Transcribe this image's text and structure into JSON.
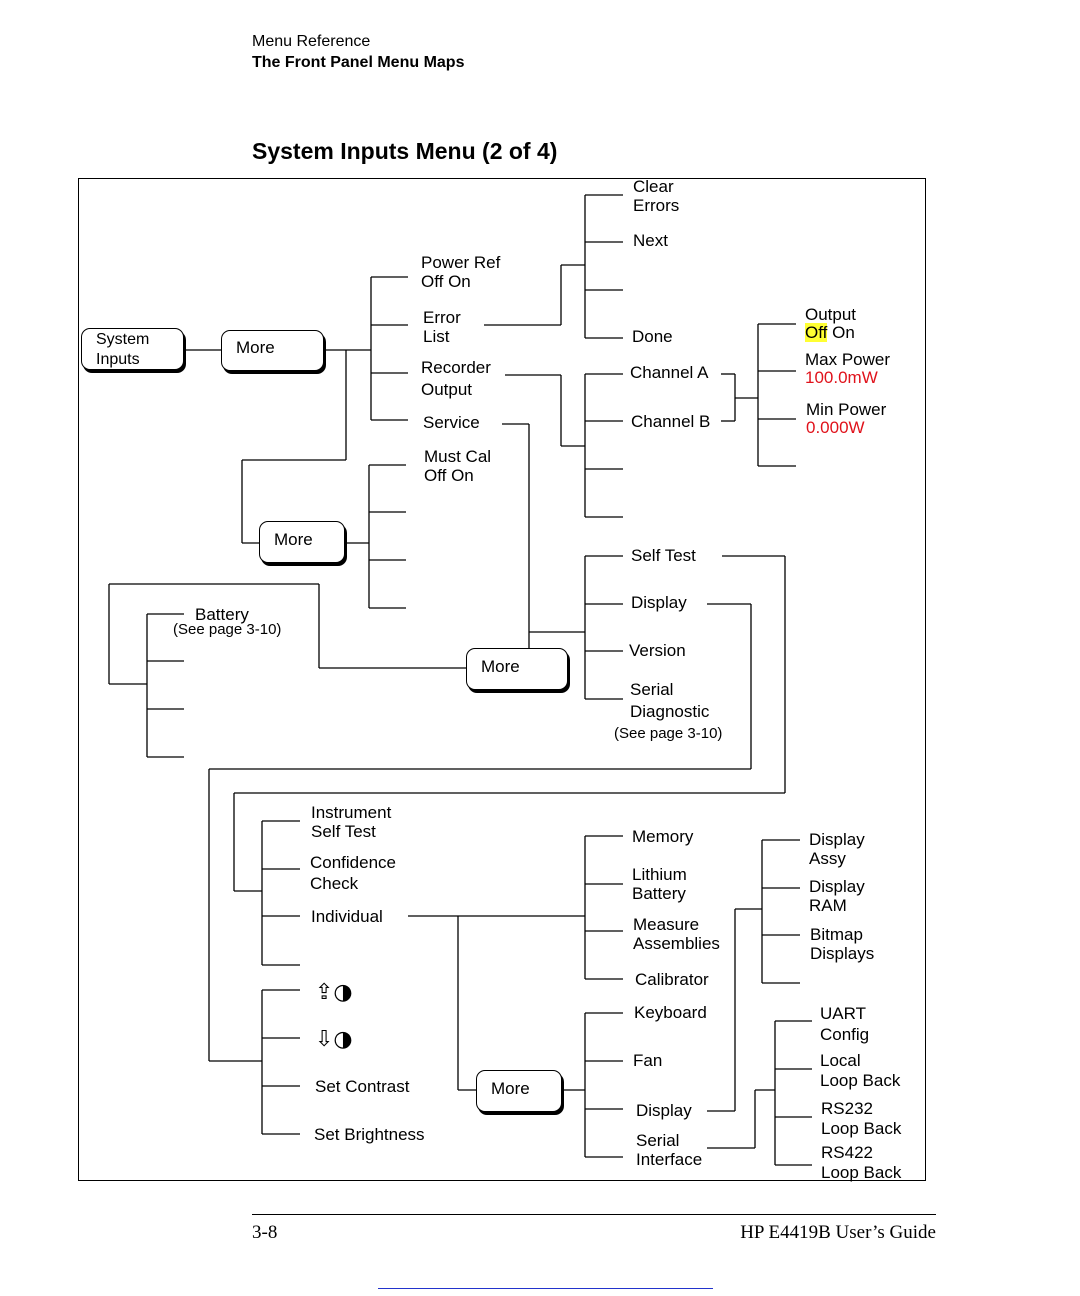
{
  "header": {
    "section": "Menu Reference",
    "subsection": "The Front Panel Menu Maps"
  },
  "title": "System Inputs Menu (2 of 4)",
  "keys": {
    "system_inputs": "System\nInputs",
    "more_1": "More",
    "more_2": "More",
    "more_3": "More",
    "more_4": "More"
  },
  "menu_level1": {
    "power_ref": "Power Ref\nOff On",
    "error_list": "Error\nList",
    "recorder_output": "Recorder\nOutput",
    "service": "Service"
  },
  "must_cal": "Must Cal\nOff On",
  "error_menu": {
    "clear_errors": "Clear\nErrors",
    "next": "Next",
    "done": "Done"
  },
  "recorder_menu": {
    "channel_a": "Channel A",
    "channel_b": "Channel B"
  },
  "channel_settings": {
    "output": "Output",
    "output_off": "Off",
    "output_on": "On",
    "max_power": "Max Power",
    "max_power_value": "100.0mW",
    "min_power": "Min Power",
    "min_power_value": "0.000W"
  },
  "service_menu": {
    "self_test": "Self Test",
    "display": "Display",
    "version": "Version",
    "serial_diagnostic": "Serial\nDiagnostic",
    "serial_note": "(See page 3-10)"
  },
  "battery": {
    "label": "Battery",
    "note": "(See page 3-10)"
  },
  "self_test_menu": {
    "instrument_self_test": "Instrument\nSelf Test",
    "confidence_check": "Confidence\nCheck",
    "individual": "Individual"
  },
  "display_adjust": {
    "contrast_up_icon": "⇪◑",
    "contrast_down_icon": "⇩◑",
    "set_contrast": "Set Contrast",
    "set_brightness": "Set Brightness"
  },
  "individual_menu": {
    "memory": "Memory",
    "lithium_battery": "Lithium\nBattery",
    "measure_assemblies": "Measure\nAssemblies",
    "calibrator": "Calibrator"
  },
  "individual_more_menu": {
    "keyboard": "Keyboard",
    "fan": "Fan",
    "display": "Display",
    "serial_interface": "Serial\nInterface"
  },
  "display_test_menu": {
    "display_assy": "Display\nAssy",
    "display_ram": "Display\nRAM",
    "bitmap_displays": "Bitmap\nDisplays"
  },
  "serial_test_menu": {
    "uart_config": "UART\nConfig",
    "local_loop_back": "Local\nLoop Back",
    "rs232_loop_back": "RS232\nLoop Back",
    "rs422_loop_back": "RS422\nLoop Back"
  },
  "footer": {
    "page": "3-8",
    "guide": "HP E4419B User’s Guide"
  },
  "colors": {
    "value_red": "#e0121b",
    "highlight_yellow": "#ffff33"
  }
}
